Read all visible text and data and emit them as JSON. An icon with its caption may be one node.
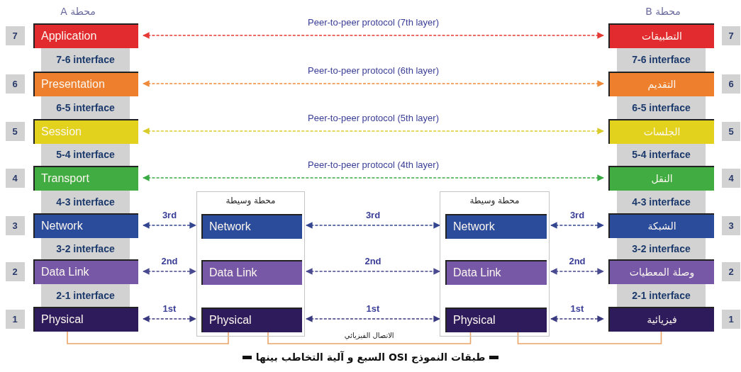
{
  "diagram": {
    "caption": "طبقات النموذج OSI السبع و آلية التخاطب بينها",
    "nodes": [
      {
        "text": [
          "7"
        ]
      },
      {
        "text": [
          "6"
        ]
      },
      {
        "text": [
          "5"
        ]
      },
      {
        "text": [
          "4"
        ]
      },
      {
        "text": [
          "3"
        ]
      },
      {
        "text": [
          "2"
        ]
      },
      {
        "text": [
          "1"
        ]
      },
      {
        "text": [
          "Application"
        ]
      },
      {
        "text": [
          "Presentation"
        ]
      },
      {
        "text": [
          "Session"
        ]
      },
      {
        "text": [
          "Transport"
        ]
      },
      {
        "text": [
          "Network"
        ]
      },
      {
        "text": [
          "Data Link"
        ]
      },
      {
        "text": [
          "Physical"
        ]
      },
      {
        "text": [
          "7-6 interface"
        ]
      },
      {
        "text": [
          "6-5 interface"
        ]
      },
      {
        "text": [
          "5-4 interface"
        ]
      },
      {
        "text": [
          "4-3 interface"
        ]
      },
      {
        "text": [
          "3-2 interface"
        ]
      },
      {
        "text": [
          "2-1 interface"
        ]
      },
      {
        "text": [
          "محطة وسيطة"
        ]
      },
      {
        "text": [
          "Network"
        ],
        "in": 20
      },
      {
        "text": [
          "Data Link"
        ],
        "in": 20
      },
      {
        "text": [
          "Physical"
        ],
        "in": 20
      },
      {
        "text": [
          "محطة وسيطة"
        ]
      },
      {
        "text": [
          "Network"
        ],
        "in": 24
      },
      {
        "text": [
          "Data Link"
        ],
        "in": 24
      },
      {
        "text": [
          "Physical"
        ],
        "in": 24
      },
      {
        "text": [
          "التطبيقات"
        ]
      },
      {
        "text": [
          "التقديم"
        ]
      },
      {
        "text": [
          "الجلسات"
        ]
      },
      {
        "text": [
          "النقل"
        ]
      },
      {
        "text": [
          "الشبكة"
        ]
      },
      {
        "text": [
          "وصلة المعطيات"
        ]
      },
      {
        "text": [
          "فيزيائية"
        ]
      },
      {
        "text": [
          "7-6 interface"
        ]
      },
      {
        "text": [
          "6-5 interface"
        ]
      },
      {
        "text": [
          "5-4 interface"
        ]
      },
      {
        "text": [
          "4-3 interface"
        ]
      },
      {
        "text": [
          "3-2 interface"
        ]
      },
      {
        "text": [
          "2-1 interface"
        ]
      },
      {
        "text": [
          "7"
        ]
      },
      {
        "text": [
          "6"
        ]
      },
      {
        "text": [
          "5"
        ]
      },
      {
        "text": [
          "4"
        ]
      },
      {
        "text": [
          "3"
        ]
      },
      {
        "text": [
          "2"
        ]
      },
      {
        "text": [
          "1"
        ]
      }
    ],
    "edges": [
      {
        "from": 7,
        "to": 28,
        "arrow": "both",
        "label": "Peer-to-peer protocol (7th layer)",
        "style": "dashed",
        "color": "#e53a35"
      },
      {
        "from": 8,
        "to": 29,
        "arrow": "both",
        "label": "Peer-to-peer protocol (6th layer)",
        "style": "dashed",
        "color": "#ef8a3a"
      },
      {
        "from": 9,
        "to": 30,
        "arrow": "both",
        "label": "Peer-to-peer protocol (5th layer)",
        "style": "dashed",
        "color": "#d9cb2a"
      },
      {
        "from": 10,
        "to": 31,
        "arrow": "both",
        "label": "Peer-to-peer protocol (4th layer)",
        "style": "dashed",
        "color": "#3aaa45"
      },
      {
        "from": 11,
        "to": 21,
        "arrow": "both",
        "label": "3rd",
        "style": "dashed",
        "color": "#34468f"
      },
      {
        "from": 21,
        "to": 25,
        "arrow": "both",
        "label": "3rd",
        "style": "dashed",
        "color": "#34468f"
      },
      {
        "from": 25,
        "to": 32,
        "arrow": "both",
        "label": "3rd",
        "style": "dashed",
        "color": "#34468f"
      },
      {
        "from": 12,
        "to": 22,
        "arrow": "both",
        "label": "2nd",
        "style": "dashed",
        "color": "#4a4a90"
      },
      {
        "from": 22,
        "to": 26,
        "arrow": "both",
        "label": "2nd",
        "style": "dashed",
        "color": "#4a4a90"
      },
      {
        "from": 26,
        "to": 33,
        "arrow": "both",
        "label": "2nd",
        "style": "dashed",
        "color": "#4a4a90"
      },
      {
        "from": 13,
        "to": 23,
        "arrow": "both",
        "label": "1st",
        "style": "dashed",
        "color": "#3a3a80"
      },
      {
        "from": 23,
        "to": 27,
        "arrow": "both",
        "label": "1st",
        "style": "dashed",
        "color": "#3a3a80"
      },
      {
        "from": 27,
        "to": 34,
        "arrow": "both",
        "label": "1st",
        "style": "dashed",
        "color": "#3a3a80"
      },
      {
        "from": 13,
        "to": 23,
        "arrow": "none",
        "color": "#eba468"
      },
      {
        "from": 23,
        "to": 27,
        "arrow": "none",
        "label": "الاتصال الفيزيائي",
        "color": "#eba468"
      },
      {
        "from": 27,
        "to": 34,
        "arrow": "none",
        "color": "#eba468"
      }
    ],
    "labels": [
      "محطة A",
      "محطة B"
    ]
  }
}
